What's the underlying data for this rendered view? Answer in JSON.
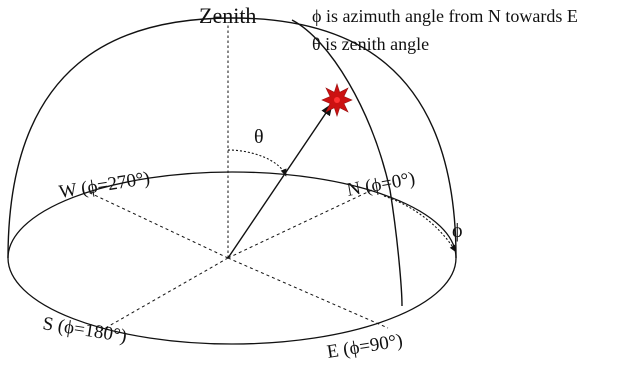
{
  "diagram": {
    "zenith_label": "Zenith",
    "legend": {
      "line1": "ϕ is azimuth angle from N towards E",
      "line2": "θ is zenith angle"
    },
    "directions": {
      "west": "W (ϕ=270°)",
      "north": "N (ϕ=0°)",
      "south": "S (ϕ=180°)",
      "east": "E (ϕ=90°)"
    },
    "theta_symbol": "θ",
    "phi_symbol": "ϕ",
    "colors": {
      "star": "#cc1111",
      "star_core": "#ff3333",
      "line": "#111111"
    }
  }
}
